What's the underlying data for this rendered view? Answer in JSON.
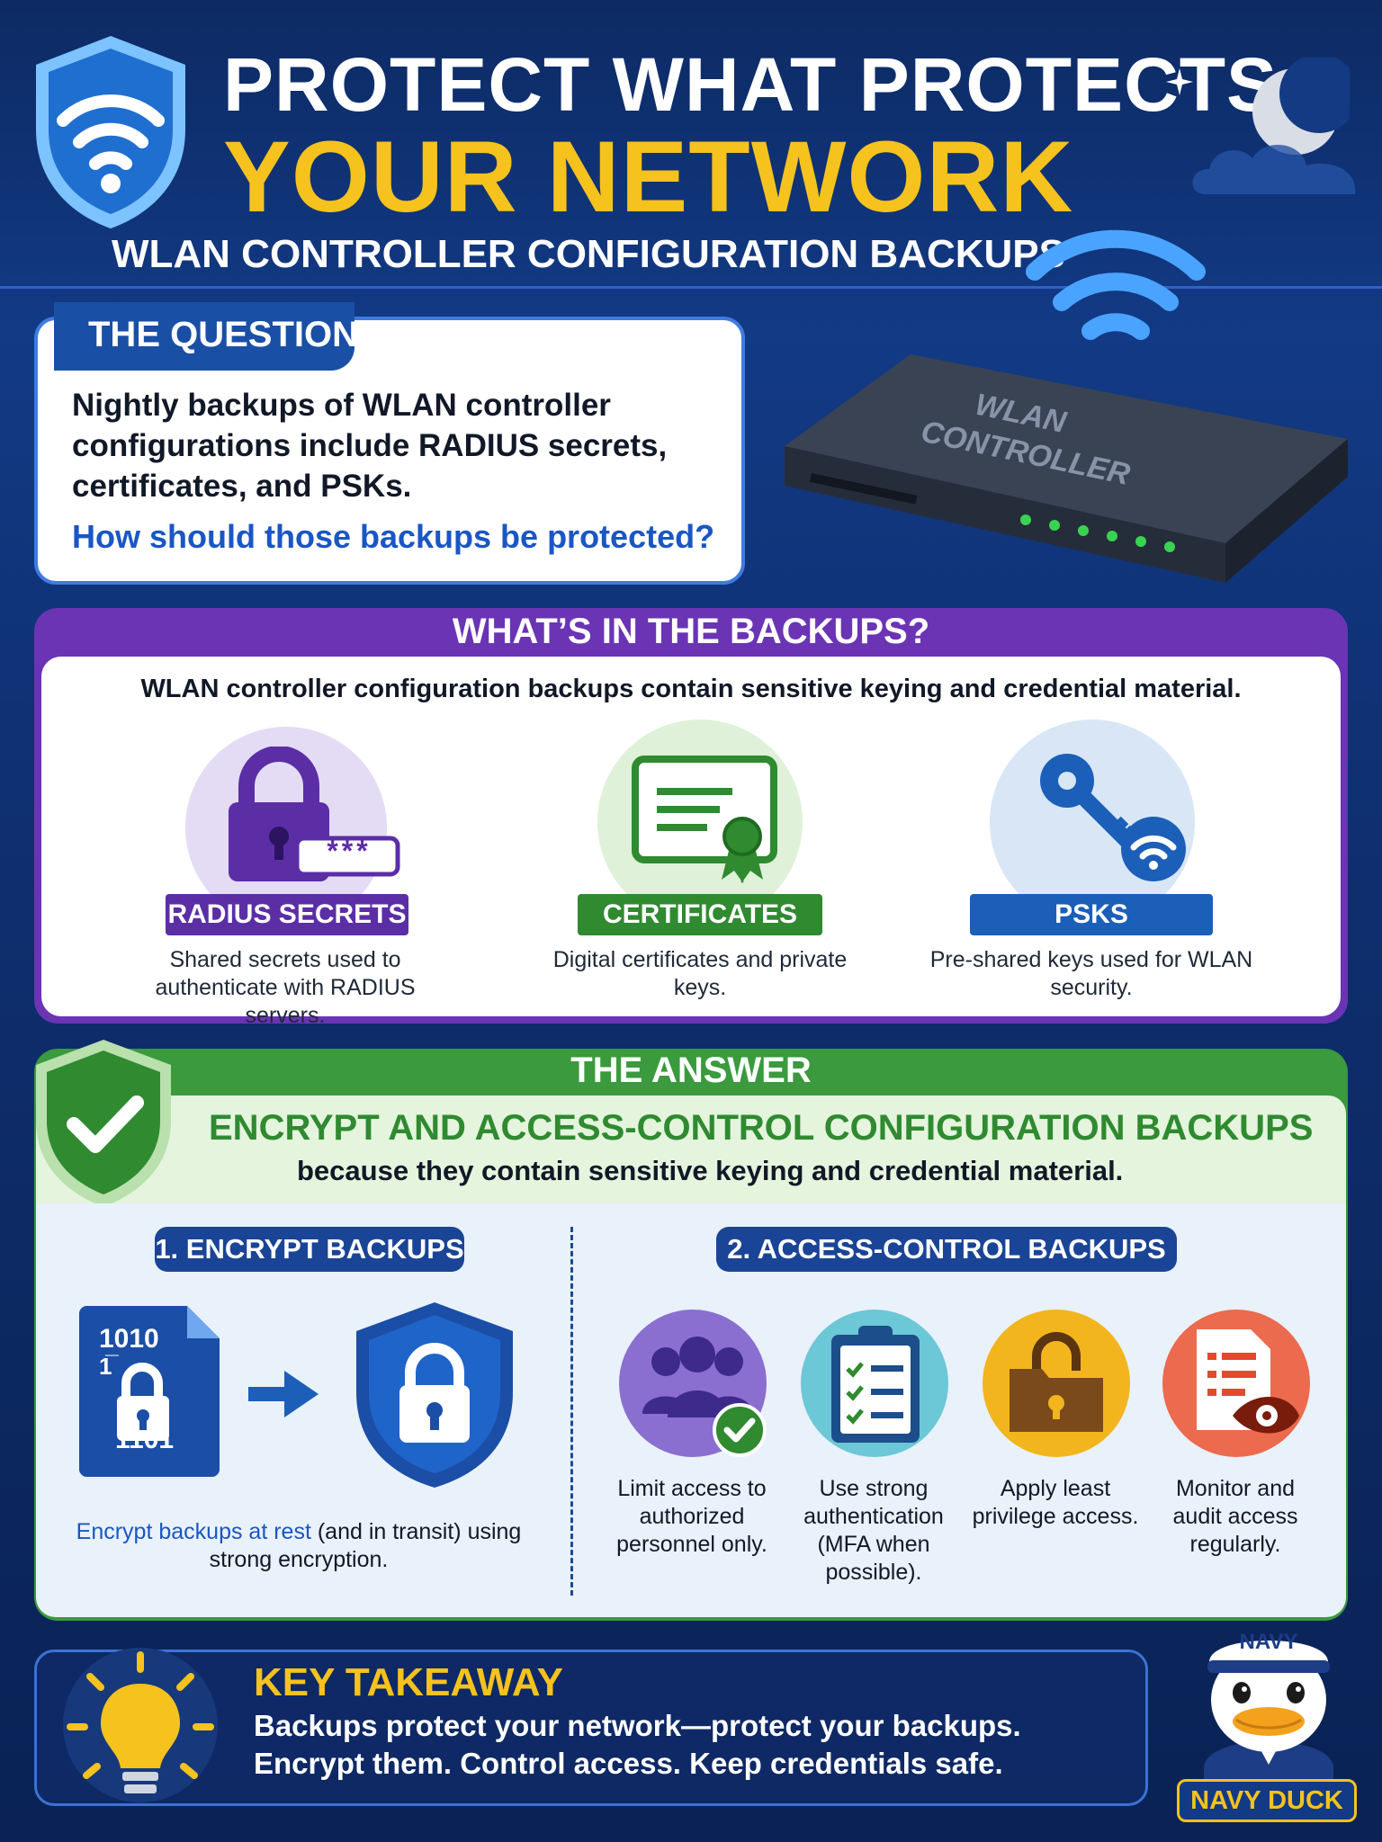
{
  "header": {
    "title_line1": "PROTECT WHAT PROTECTS",
    "title_line2": "YOUR NETWORK",
    "subtitle": "WLAN CONTROLLER CONFIGURATION BACKUPS"
  },
  "device": {
    "label_line1": "WLAN",
    "label_line2": "CONTROLLER"
  },
  "question": {
    "tab": "THE QUESTION",
    "body": "Nightly backups of WLAN controller configurations include RADIUS secrets, certificates, and PSKs.",
    "ask": "How should those backups be protected?"
  },
  "backups": {
    "title": "WHAT’S IN THE BACKUPS?",
    "subtitle": "WLAN controller configuration backups contain sensitive keying and credential material.",
    "password_mask": "***",
    "items": [
      {
        "label": "RADIUS SECRETS",
        "desc": "Shared secrets used to authenticate with RADIUS servers.",
        "icon": "padlock-password-icon",
        "color": "#5b2ea6"
      },
      {
        "label": "CERTIFICATES",
        "desc": "Digital certificates and private keys.",
        "icon": "certificate-icon",
        "color": "#2f8a30"
      },
      {
        "label": "PSKS",
        "desc": "Pre-shared keys used for WLAN security.",
        "icon": "key-wifi-icon",
        "color": "#1b5fb8"
      }
    ]
  },
  "answer": {
    "title": "THE ANSWER",
    "headline": "ENCRYPT AND ACCESS-CONTROL CONFIGURATION BACKUPS",
    "subheadline": "because they contain sensitive keying and credential material.",
    "encrypt": {
      "pill": "1. ENCRYPT BACKUPS",
      "file_bits_top": "1010",
      "file_bits_mid": "1̅",
      "file_bits_bottom": "1101",
      "desc_highlight": "Encrypt backups at rest",
      "desc_rest": " (and in transit) using strong encryption."
    },
    "access": {
      "pill": "2. ACCESS-CONTROL BACKUPS",
      "items": [
        {
          "desc": "Limit access to authorized personnel only.",
          "icon": "users-check-icon",
          "color": "#8a6fd1"
        },
        {
          "desc": "Use strong authentication (MFA when possible).",
          "icon": "clipboard-checklist-icon",
          "color": "#6cc7d6"
        },
        {
          "desc": "Apply least privilege access.",
          "icon": "folder-lock-icon",
          "color": "#f2b51d"
        },
        {
          "desc": "Monitor and audit access regularly.",
          "icon": "document-eye-icon",
          "color": "#ec6a4d"
        }
      ]
    }
  },
  "takeaway": {
    "title": "KEY TAKEAWAY",
    "line1": "Backups protect your network—protect your backups.",
    "line2": "Encrypt them. Control access. Keep credentials safe."
  },
  "mascot": {
    "hat_text": "NAVY",
    "label": "NAVY DUCK"
  }
}
